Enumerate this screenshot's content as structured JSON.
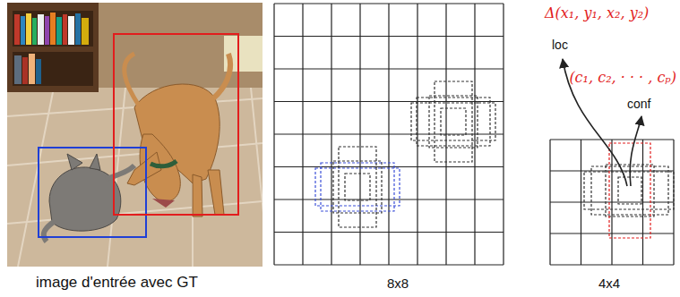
{
  "diagram": {
    "labels": [
      "image d'entrée avec GT",
      "8x8",
      "4x4",
      "Δ(x₁, y₁, x₂, y₂)",
      "loc",
      "(c₁, c₂, · · · , cₚ)",
      "conf"
    ]
  }
}
